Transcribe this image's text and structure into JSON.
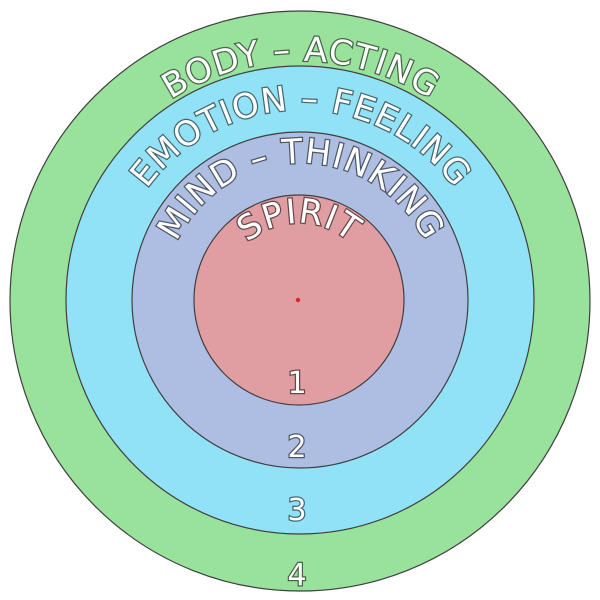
{
  "rings": [
    {
      "number": "4",
      "label": "BODY – ACTING",
      "color": "#99e29c"
    },
    {
      "number": "3",
      "label": "EMOTION – FEELING",
      "color": "#92e2f7"
    },
    {
      "number": "2",
      "label": "MIND – THINKING",
      "color": "#aebee3"
    },
    {
      "number": "1",
      "label": "SPIRIT",
      "color": "#e09da2"
    }
  ],
  "center_dot_color": "#e0202a"
}
